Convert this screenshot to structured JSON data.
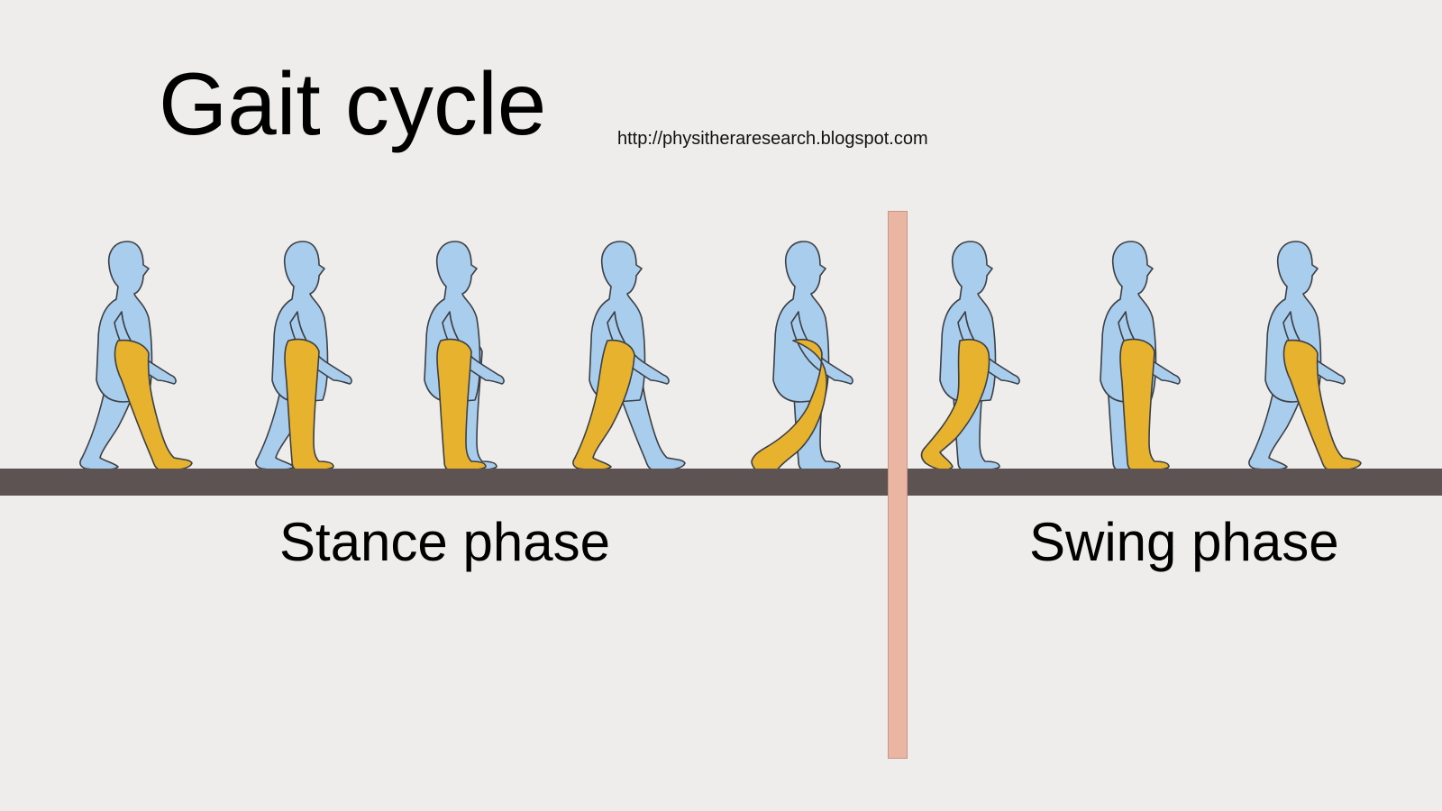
{
  "title": "Gait cycle",
  "source_url": "http://physitheraresearch.blogspot.com",
  "phases": {
    "stance": "Stance phase",
    "swing": "Swing phase"
  },
  "colors": {
    "background": "#eeedeb",
    "body": "#a9cdec",
    "highlighted_leg": "#e7b32f",
    "ground": "#5c5352",
    "divider": "#eab5a3",
    "outline": "#3c3f45"
  }
}
